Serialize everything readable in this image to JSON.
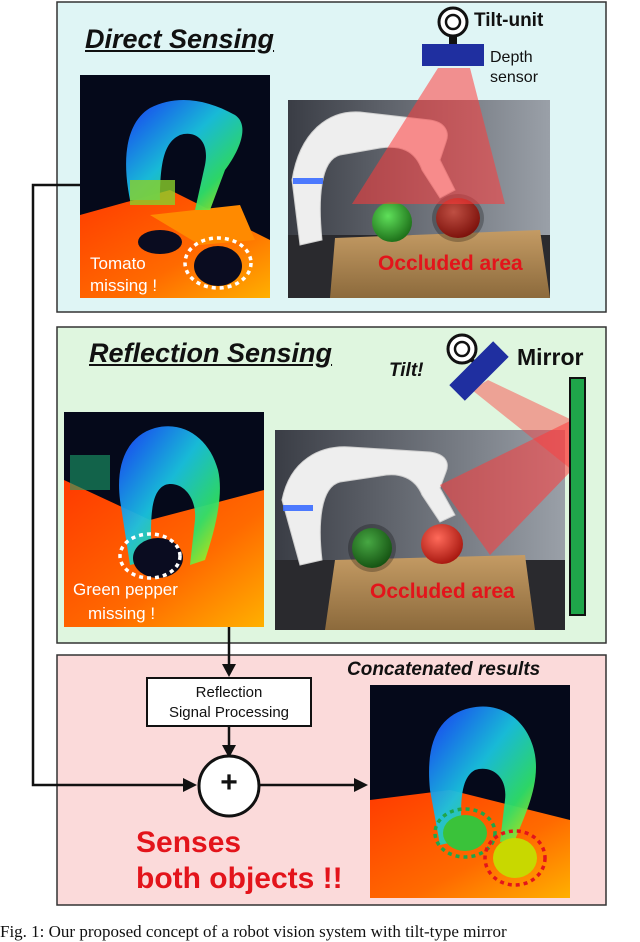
{
  "colors": {
    "panel_top_bg": "#dff5f5",
    "panel_mid_bg": "#dff6df",
    "panel_bot_bg": "#fbdada",
    "occluded_text": "#e3141b",
    "senses_text": "#e3141b",
    "mirror_green": "#1fa64a",
    "sensor_blue": "#1f2fa0",
    "beam_red": "#ff3b3b"
  },
  "direct": {
    "title": "Direct Sensing",
    "tilt_unit": "Tilt-unit",
    "depth_sensor_line1": "Depth",
    "depth_sensor_line2": "sensor",
    "occluded": "Occluded area",
    "missing_line1": "Tomato",
    "missing_line2": "missing !"
  },
  "reflection": {
    "title": "Reflection Sensing",
    "tilt": "Tilt!",
    "mirror": "Mirror",
    "occluded": "Occluded area",
    "missing_line1": "Green pepper",
    "missing_line2": "missing !"
  },
  "result": {
    "concat_label": "Concatenated results",
    "processing_line1": "Reflection",
    "processing_line2": "Signal Processing",
    "plus": "+",
    "senses_line1": "Senses",
    "senses_line2": "both objects !!"
  },
  "caption": "Fig. 1: Our proposed concept of a robot vision system with tilt-type mirror"
}
